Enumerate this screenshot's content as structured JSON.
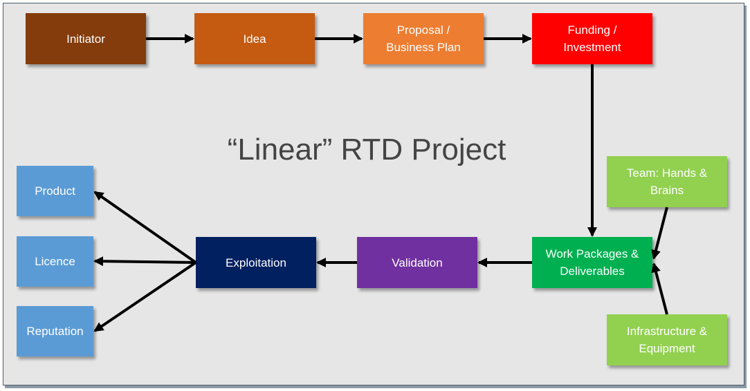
{
  "title": "“Linear” RTD Project",
  "nodes": {
    "initiator": {
      "label": "Initiator",
      "color": "#843c0c"
    },
    "idea": {
      "label": "Idea",
      "color": "#c55a11"
    },
    "proposal": {
      "label": "Proposal /\nBusiness Plan",
      "color": "#ed7d31"
    },
    "funding": {
      "label": "Funding /\nInvestment",
      "color": "#ff0000"
    },
    "team": {
      "label": "Team: Hands &\nBrains",
      "color": "#92d050"
    },
    "work_packages": {
      "label": "Work Packages &\nDeliverables",
      "color": "#00b050"
    },
    "infrastructure": {
      "label": "Infrastructure &\nEquipment",
      "color": "#92d050"
    },
    "validation": {
      "label": "Validation",
      "color": "#7030a0"
    },
    "exploitation": {
      "label": "Exploitation",
      "color": "#002060"
    },
    "product": {
      "label": "Product",
      "color": "#5b9bd5"
    },
    "licence": {
      "label": "Licence",
      "color": "#5b9bd5"
    },
    "reputation": {
      "label": "Reputation",
      "color": "#5b9bd5"
    }
  },
  "edges": [
    {
      "from": "initiator",
      "to": "idea"
    },
    {
      "from": "idea",
      "to": "proposal"
    },
    {
      "from": "proposal",
      "to": "funding"
    },
    {
      "from": "funding",
      "to": "work_packages"
    },
    {
      "from": "team",
      "to": "work_packages"
    },
    {
      "from": "infrastructure",
      "to": "work_packages"
    },
    {
      "from": "work_packages",
      "to": "validation"
    },
    {
      "from": "validation",
      "to": "exploitation"
    },
    {
      "from": "exploitation",
      "to": "product"
    },
    {
      "from": "exploitation",
      "to": "licence"
    },
    {
      "from": "exploitation",
      "to": "reputation"
    }
  ]
}
